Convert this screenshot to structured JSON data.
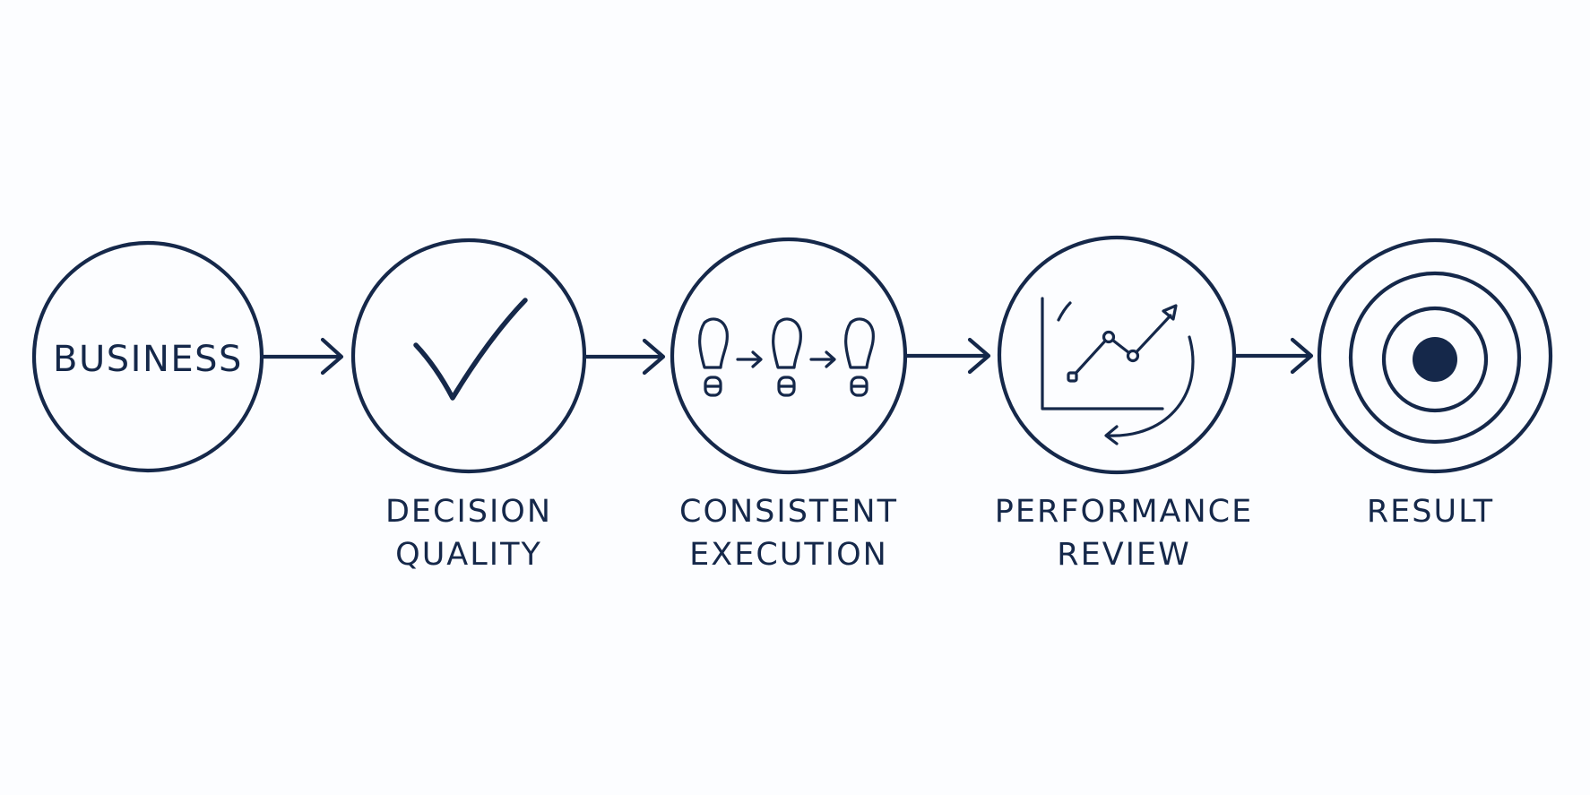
{
  "diagram": {
    "nodes": [
      {
        "id": "business",
        "inner_text": "BUSINESS",
        "label_lines": []
      },
      {
        "id": "decision-quality",
        "inner_text": "",
        "label_lines": [
          "DECISION",
          "QUALITY"
        ]
      },
      {
        "id": "consistent-execution",
        "inner_text": "",
        "label_lines": [
          "CONSISTENT",
          "EXECUTION"
        ]
      },
      {
        "id": "performance-review",
        "inner_text": "",
        "label_lines": [
          "PERFORMANCE",
          "REVIEW"
        ]
      },
      {
        "id": "result",
        "inner_text": "",
        "label_lines": [
          "RESULT"
        ]
      }
    ],
    "icons": [
      "checkmark-icon",
      "footprints-icon",
      "trend-chart-icon",
      "target-icon"
    ],
    "colors": {
      "ink": "#15284a",
      "background": "#fcfdff"
    }
  }
}
